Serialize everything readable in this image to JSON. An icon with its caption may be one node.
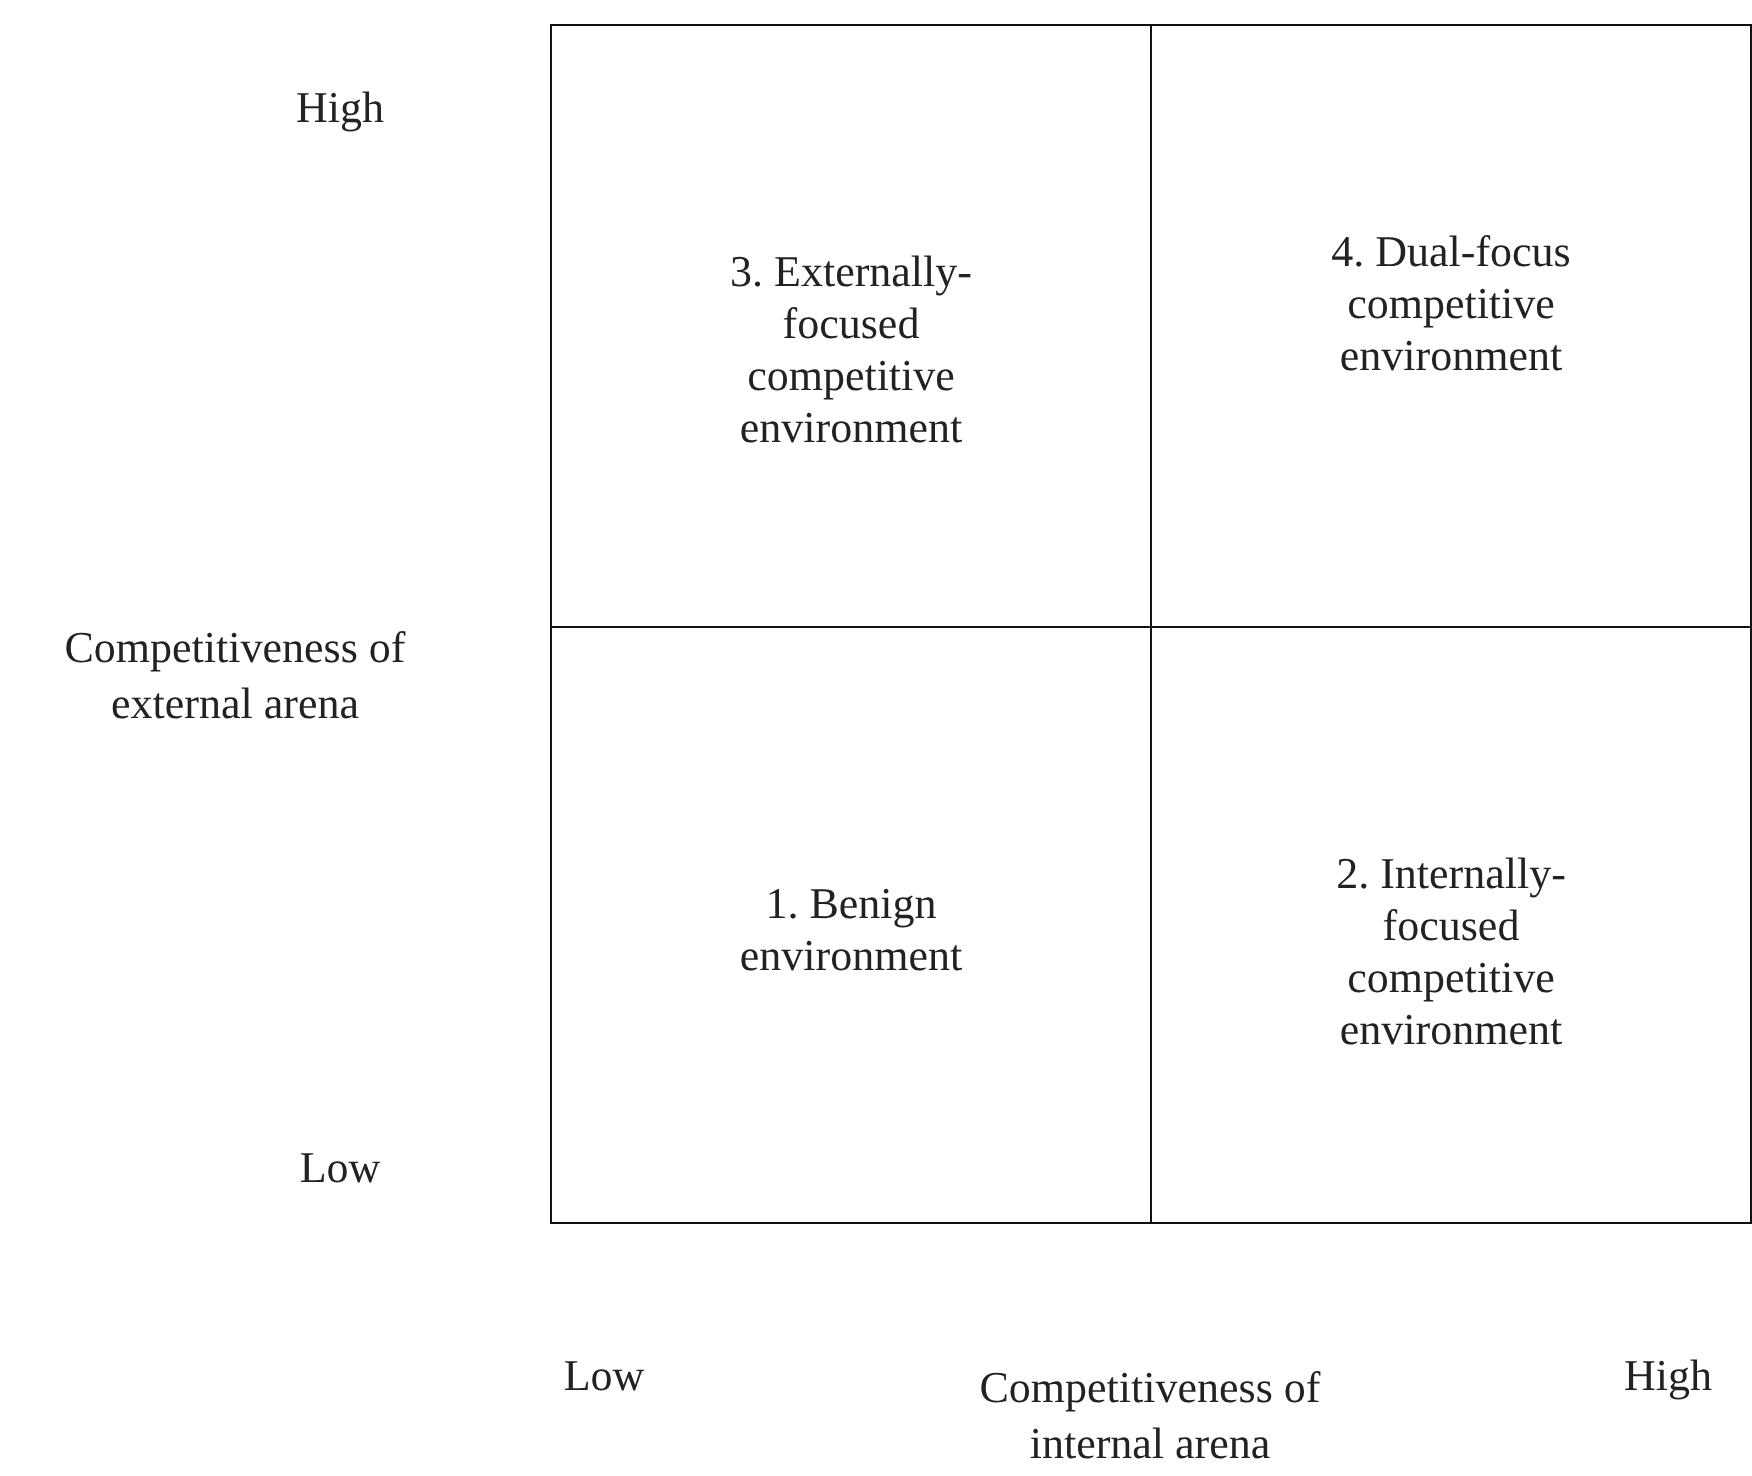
{
  "diagram": {
    "nodes": [
      {
        "text": [
          "3. Externally-focused competitive environment"
        ]
      },
      {
        "text": [
          "4. Dual-focus competitive environment"
        ]
      },
      {
        "text": [
          "1. Benign environment"
        ]
      },
      {
        "text": [
          "2. Internally-focused competitive environment"
        ]
      }
    ],
    "labels": [
      "High",
      "Competitiveness of external arena",
      "Low",
      "Low",
      "High",
      "Competitiveness of internal arena"
    ]
  }
}
